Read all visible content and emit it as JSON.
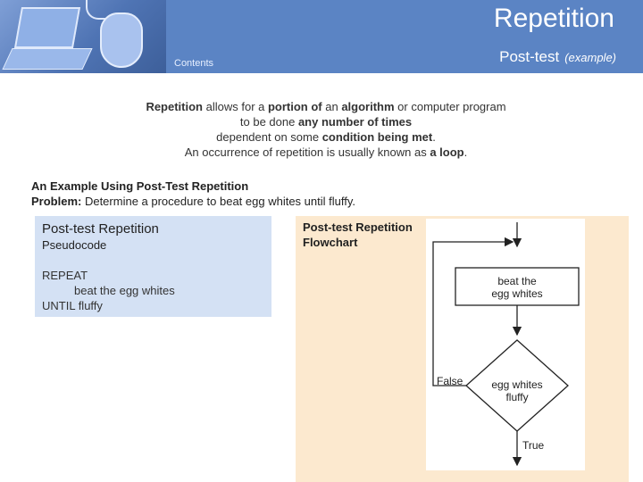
{
  "header": {
    "title": "Repetition",
    "subtitle": "Post-test",
    "subtitle_note": "(example)",
    "contents_tab": "Contents"
  },
  "intro": {
    "line1_pre": "Repetition",
    "line1_mid1": " allows for a ",
    "line1_b1": "portion of",
    "line1_mid2": " an ",
    "line1_b2": "algorithm",
    "line1_post": " or computer program",
    "line2_pre": "to be done ",
    "line2_b": "any number of times",
    "line3_pre": "dependent on some ",
    "line3_b": "condition being met",
    "line3_post": ".",
    "line4_pre": "An occurrence of repetition is usually known as ",
    "line4_b": "a loop",
    "line4_post": "."
  },
  "example": {
    "title": "An Example Using Post-Test Repetition",
    "problem_label": "Problem:",
    "problem_text": " Determine a procedure to beat egg whites until fluffy."
  },
  "pseudocode": {
    "heading": "Post-test Repetition",
    "subheading": "Pseudocode",
    "line1": "REPEAT",
    "line2": "beat the egg whites",
    "line3": "UNTIL fluffy"
  },
  "flowchart": {
    "label_line1": "Post-test Repetition",
    "label_line2": "Flowchart",
    "process_line1": "beat the",
    "process_line2": "egg whites",
    "decision_line1": "egg whites",
    "decision_line2": "fluffy",
    "false_label": "False",
    "true_label": "True"
  },
  "colors": {
    "header_blue": "#5b84c4",
    "pseudo_bg": "#d4e1f4",
    "flow_bg": "#fce9cf"
  }
}
